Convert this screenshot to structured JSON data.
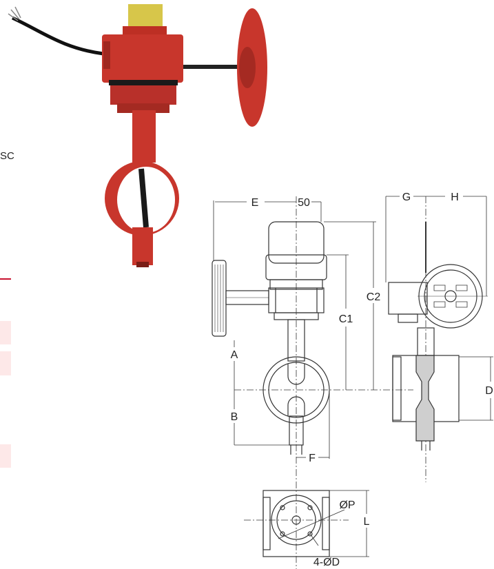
{
  "left_edge": {
    "cropped_text": "SC"
  },
  "colors": {
    "valve_red": "#c8362c",
    "line": "#333333",
    "accent_rule": "#c8102e",
    "pink_block": "#fde8e8"
  },
  "dimensions": {
    "E": "E",
    "flange_width": "50",
    "G": "G",
    "H": "H",
    "C2": "C2",
    "C1": "C1",
    "A": "A",
    "B": "B",
    "D": "D",
    "F": "F",
    "P": "ØP",
    "L": "L",
    "holes": "4-ØD"
  }
}
